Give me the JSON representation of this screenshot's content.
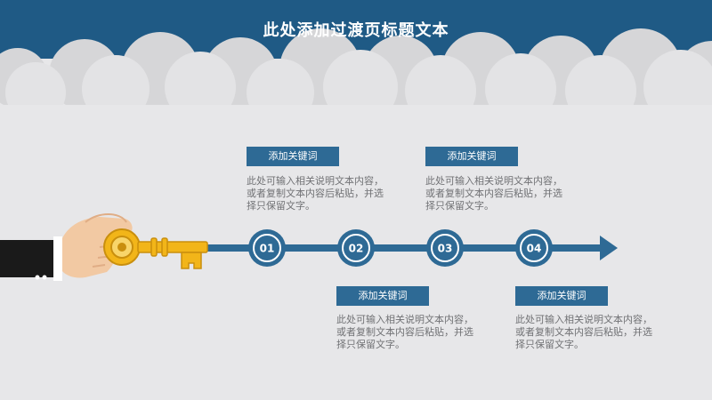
{
  "title": "此处添加过渡页标题文本",
  "steps": [
    {
      "number": "01",
      "keyword": "添加关键词",
      "description": "此处可输入相关说明文本内容，或者复制文本内容后粘贴，并选择只保留文字。"
    },
    {
      "number": "02",
      "keyword": "添加关键词",
      "description": "此处可输入相关说明文本内容，或者复制文本内容后粘贴，并选择只保留文字。"
    },
    {
      "number": "03",
      "keyword": "添加关键词",
      "description": "此处可输入相关说明文本内容，或者复制文本内容后粘贴，并选择只保留文字。"
    },
    {
      "number": "04",
      "keyword": "添加关键词",
      "description": "此处可输入相关说明文本内容，或者复制文本内容后粘贴，并选择只保留文字。"
    }
  ],
  "colors": {
    "header": "#1f5a85",
    "timeline": "#2e6a95",
    "background": "#e7e7e9",
    "key_gold": "#f2b519"
  },
  "icons": [
    "cloud-decoration",
    "hand-holding-key-icon",
    "key-icon",
    "arrow-right-icon"
  ]
}
